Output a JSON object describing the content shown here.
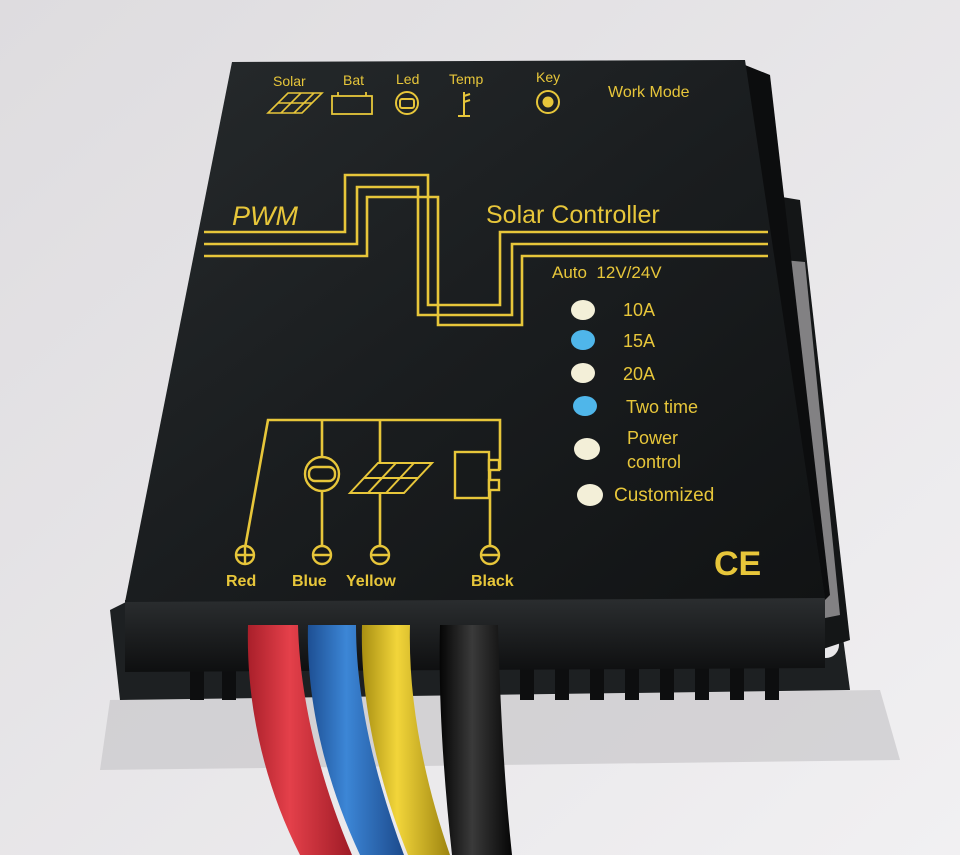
{
  "panel": {
    "top_labels": {
      "solar": "Solar",
      "bat": "Bat",
      "led": "Led",
      "temp": "Temp",
      "key": "Key",
      "work_mode": "Work Mode"
    },
    "brand": "PWM",
    "title": "Solar Controller",
    "voltage": "Auto  12V/24V",
    "modes": [
      {
        "label": "10A",
        "lit": false
      },
      {
        "label": "15A",
        "lit": true
      },
      {
        "label": "20A",
        "lit": false
      },
      {
        "label": "Two time",
        "lit": true
      },
      {
        "label": "Power",
        "label2": "control",
        "lit": false
      },
      {
        "label": "Customized",
        "lit": false
      }
    ],
    "terminals": {
      "red": "Red",
      "blue": "Blue",
      "yellow": "Yellow",
      "black": "Black"
    },
    "cert": "CE"
  },
  "colors": {
    "print": "#e7c63a",
    "case": "#171a1b",
    "led_blue": "#4fb6ea",
    "led_off": "#f3efd8",
    "wire_red": "#d8313c",
    "wire_blue": "#2f6fc2",
    "wire_yellow": "#e2c521",
    "wire_black": "#141414"
  }
}
